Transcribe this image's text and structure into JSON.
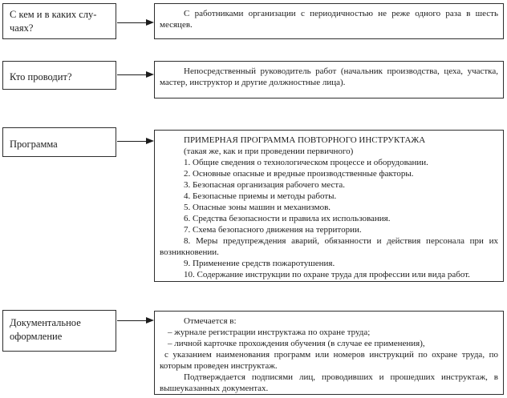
{
  "colors": {
    "text": "#1c1c1c",
    "border": "#2e2e2e",
    "bg": "#ffffff"
  },
  "rows": [
    {
      "id": "when",
      "question": "С кем и в каких случаях?",
      "question_lines": [
        "С кем и в каких слу-",
        "чаях?"
      ],
      "answer_paragraphs": [
        "С работниками организации с периодичностью не реже одного раза в шесть месяцев."
      ]
    },
    {
      "id": "who",
      "question": "Кто проводит?",
      "answer_paragraphs": [
        "Непосредственный руководитель работ (начальник производства, цеха, участка, мастер, инструктор и другие должностные лица)."
      ]
    },
    {
      "id": "program",
      "question": "Программа",
      "answer_title": "ПРИМЕРНАЯ ПРОГРАММА ПОВТОРНОГО ИНСТРУКТАЖА",
      "answer_subtitle": "(такая же, как и при проведении первичного)",
      "answer_items": [
        "1. Общие сведения о технологическом процессе и оборудовании.",
        "2. Основные опасные и вредные производственные факторы.",
        "3. Безопасная организация рабочего места.",
        "4. Безопасные приемы и методы работы.",
        "5. Опасные зоны машин и механизмов.",
        "6. Средства безопасности и правила их использования.",
        "7. Схема безопасного движения на территории.",
        "8. Меры предупреждения аварий, обязанности и действия персонала при их возникновении.",
        "9. Применение средств пожаротушения.",
        "10. Содержание инструкции по охране труда для профессии или вида работ."
      ]
    },
    {
      "id": "documents",
      "question": "Документальное оформление",
      "question_lines": [
        "Документальное",
        "оформление"
      ],
      "answer_intro": "Отмечается в:",
      "answer_bullets": [
        "– журнале регистрации инструктажа по охране труда;",
        "– личной карточке прохождения обучения (в случае ее применения),"
      ],
      "answer_continuation": "с указанием наименования программ или номеров инструкций по охране труда, по которым проведен инструктаж.",
      "answer_final": "Подтверждается подписями лиц, проводивших и прошедших инструктаж, в вышеуказанных документах."
    }
  ]
}
